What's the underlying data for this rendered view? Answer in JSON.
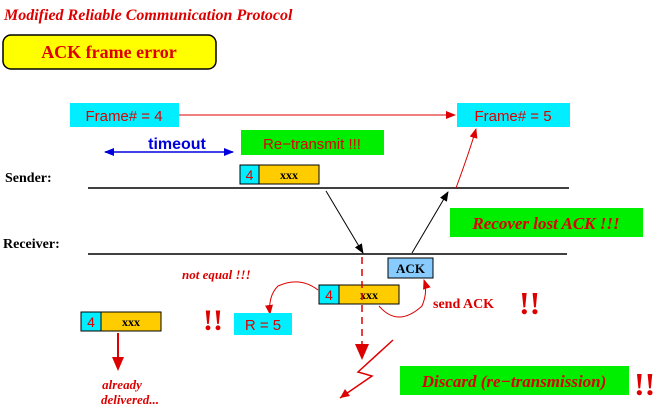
{
  "title": "Modified Reliable Communication Protocol",
  "scenario_label": "ACK frame error",
  "sender_label": "Sender:",
  "receiver_label": "Receiver:",
  "frame_before": "Frame# = 4",
  "frame_after": "Frame# = 5",
  "timeout_label": "timeout",
  "retransmit_label": "Re−transmit !!!",
  "recover_label": "Recover lost ACK !!!",
  "ack_label": "ACK",
  "not_equal_label": "not equal !!!",
  "r_label": "R = 5",
  "send_ack_label": "send ACK",
  "discard_label": "Discard (re−transmission)",
  "already_delivered_line1": "already",
  "already_delivered_line2": "delivered...",
  "exclaim_double": "!!",
  "frame_sent": {
    "seq": "4",
    "payload": "xxx"
  },
  "frame_received": {
    "seq": "4",
    "payload": "xxx"
  },
  "frame_delivered": {
    "seq": "4",
    "payload": "xxx"
  },
  "colors": {
    "red": "#dd0000",
    "cyan": "#00eeff",
    "green": "#00ee00",
    "yellow": "#ffff00",
    "gold": "#ffcc00",
    "ack_blue": "#88ccff",
    "blue": "#0000dd"
  }
}
